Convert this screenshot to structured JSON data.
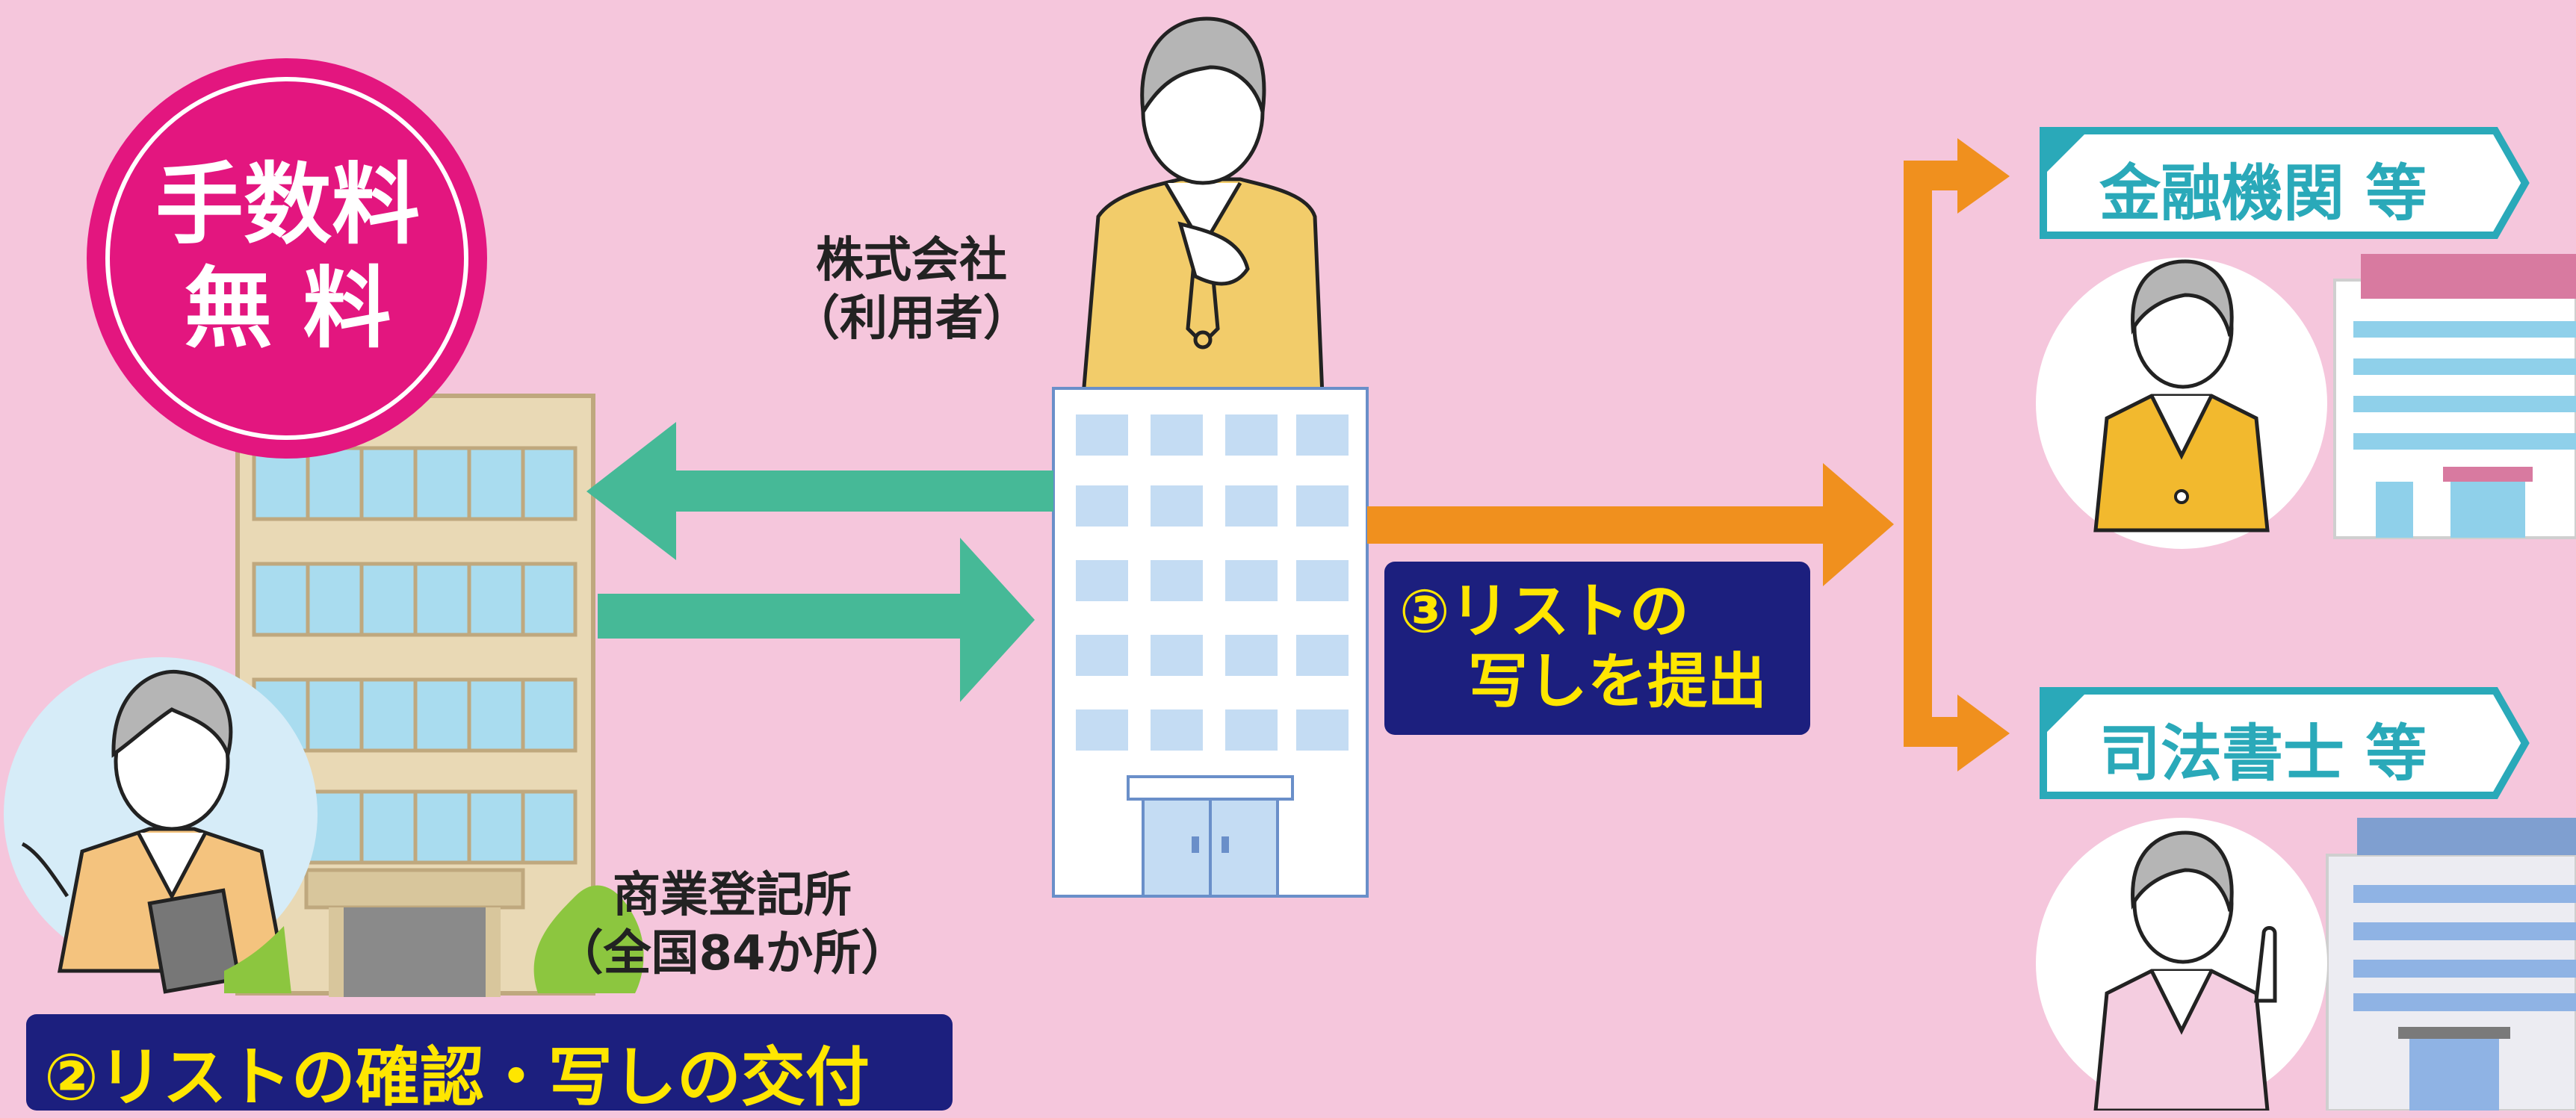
{
  "badge": {
    "line1": "手数料",
    "line2": "無 料"
  },
  "company": {
    "line1": "株式会社",
    "line2": "（利用者）"
  },
  "registry": {
    "line1": "商業登記所",
    "line2": "（全国84か所）"
  },
  "step2": {
    "label": "②リストの確認・写しの交付"
  },
  "step3": {
    "line1": "③リストの",
    "line2": "写しを提出"
  },
  "destinations": [
    {
      "label": "金融機関 等"
    },
    {
      "label": "司法書士 等"
    }
  ],
  "colors": {
    "background": "#f5c6dc",
    "badge": "#e3167f",
    "green_arrow": "#46b997",
    "orange_arrow": "#f0901e",
    "navy": "#1c1f7e",
    "yellow_text": "#ffe600",
    "teal": "#2aa9b9"
  }
}
